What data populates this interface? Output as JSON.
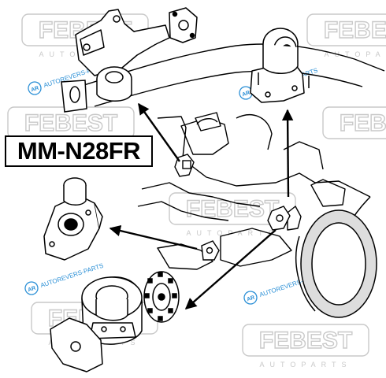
{
  "part_number": "MM-N28FR",
  "watermark": {
    "brand": "FEBEST",
    "subtext": "AUTOPARTS",
    "site": "AUTOREVERS-PARTS",
    "badge": "AR"
  },
  "colors": {
    "line": "#000000",
    "watermark": "#c9c9c9",
    "site_text": "#2a8fd6",
    "background": "#ffffff"
  }
}
